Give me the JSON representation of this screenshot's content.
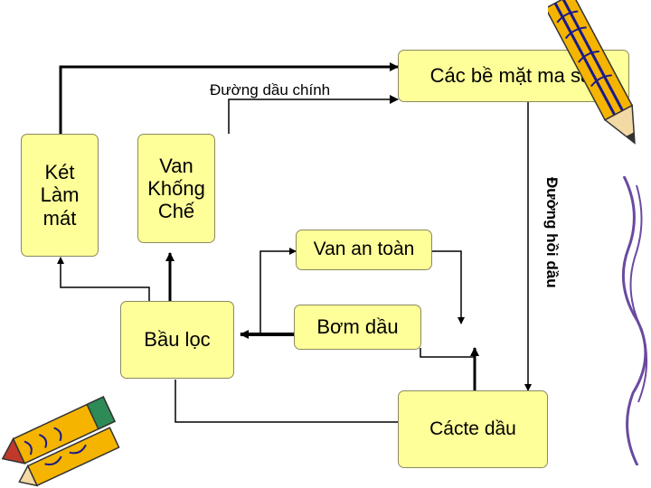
{
  "nodes": {
    "ket_lam_mat": "Két Làm mát",
    "van_khong_che": "Van Khống Chế",
    "cac_be_mat": "Các bề mặt ma sát",
    "van_an_toan": "Van an toàn",
    "bau_loc": "Bầu lọc",
    "bom_dau": "Bơm dầu",
    "cacte_dau": "Cácte dầu"
  },
  "edge_labels": {
    "duong_dau_chinh": "Đường dầu chính",
    "duong_hoi_dau": "Đường hồi dầu"
  },
  "colors": {
    "box_fill": "#ffff99",
    "line": "#000000",
    "pencil_body": "#f5b400",
    "pencil_accent": "#1a1a8a",
    "pencil_tip": "#c0392b"
  }
}
